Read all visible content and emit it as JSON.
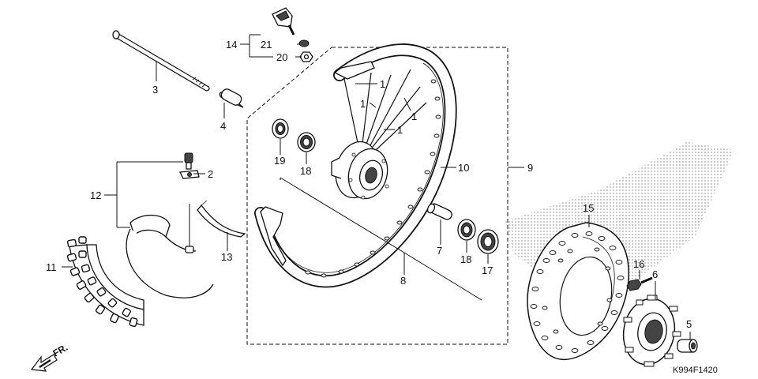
{
  "diagram": {
    "part_numbers": {
      "p1a": "1",
      "p1b": "1",
      "p1c": "1",
      "p1d": "1",
      "p2": "2",
      "p3": "3",
      "p4": "4",
      "p5": "5",
      "p6": "6",
      "p7": "7",
      "p8": "8",
      "p9": "9",
      "p10": "10",
      "p11": "11",
      "p12": "12",
      "p13": "13",
      "p14": "14",
      "p15": "15",
      "p16": "16",
      "p17": "17",
      "p18a": "18",
      "p18b": "18",
      "p19": "19",
      "p20": "20",
      "p21": "21"
    },
    "direction_label": "FR.",
    "diagram_code": "K994F1420"
  }
}
